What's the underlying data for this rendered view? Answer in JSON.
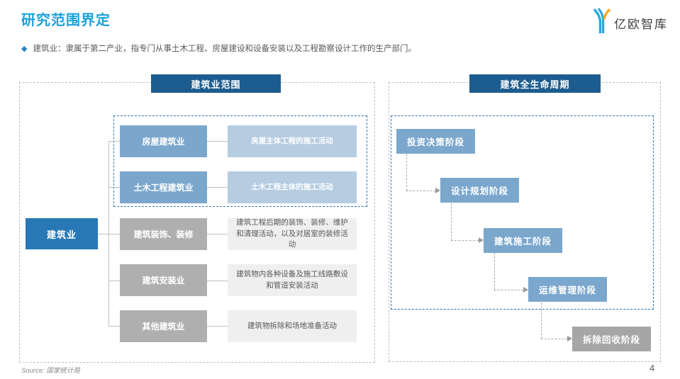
{
  "page": {
    "title": "研究范围界定",
    "bullet": "建筑业：隶属于第二产业，指专门从事土木工程、房屋建设和设备安装以及工程勘察设计工作的生产部门。",
    "logo_text": "亿欧智库",
    "source_label": "Source: 国家统计局",
    "page_number": "4"
  },
  "left_panel": {
    "header": "建筑业范围",
    "root": "建筑业",
    "rows": [
      {
        "label": "房屋建筑业",
        "desc": "房屋主体工程的施工活动",
        "type": "blue"
      },
      {
        "label": "土木工程建筑业",
        "desc": "土木工程主体的施工活动",
        "type": "blue"
      },
      {
        "label": "建筑装饰、装修",
        "desc": "建筑工程后期的装饰、装修、维护和清理活动，以及对居室的装修活动",
        "type": "gray"
      },
      {
        "label": "建筑安装业",
        "desc": "建筑物内各种设备及施工线路敷设和管道安装活动",
        "type": "gray"
      },
      {
        "label": "其他建筑业",
        "desc": "建筑物拆除和场地准备活动",
        "type": "gray"
      }
    ]
  },
  "right_panel": {
    "header": "建筑全生命周期",
    "stages": [
      {
        "label": "投资决策阶段",
        "type": "blue"
      },
      {
        "label": "设计规划阶段",
        "type": "blue"
      },
      {
        "label": "建筑施工阶段",
        "type": "blue"
      },
      {
        "label": "运维管理阶段",
        "type": "blue"
      },
      {
        "label": "拆除回收阶段",
        "type": "gray"
      }
    ]
  },
  "icons": {
    "bullet": "◆"
  },
  "colors": {
    "accent": "#1BA2DC",
    "header-blue": "#1D5C8F",
    "root-blue": "#2878B5",
    "mid-blue": "#7BA7CD",
    "light-blue": "#B5CCE1",
    "gray-box": "#AFAFAF",
    "stage-gray": "#A6A6A6",
    "light-gray": "#EFEFEF",
    "text-gray": "#595959",
    "border-gray": "#BFBFBF",
    "dashed-blue": "#2E75B6",
    "logo-blue": "#2AA7DF",
    "orange": "#F7A823"
  }
}
